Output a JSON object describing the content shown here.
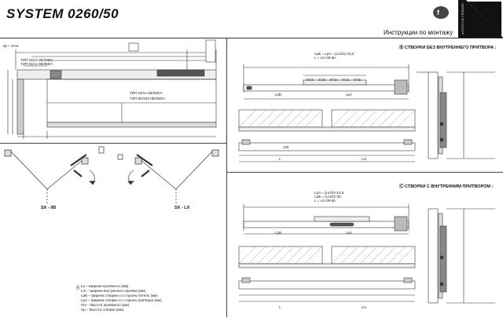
{
  "header": {
    "title": "SYSTEM 0260/50",
    "subtitle": "Инструкции по монтажу",
    "brand_vertical": "AGOSTINO FERRARI"
  },
  "left_panel": {
    "dim_top_left": "8p + 9×11",
    "labels": {
      "type_a": "ТИП 63/14 0B/350/A",
      "type_b": "ТИП 63/14 0B/350/A",
      "part_1": "ТИП 63/14 0B/350/A",
      "part_2": "ТИП 8H/240 0B/350/A"
    },
    "door_left_label": "SX - 0B",
    "door_right_label": "SX - LX",
    "legend": {
      "marker": "Ⓐ",
      "lines": [
        "La – Ширина проёмного (мм)",
        "Lm – Ширина внутреннего проёма (мм)",
        "LpB – Ширина створки со стороны петель (мм)",
        "LpA – Ширина створки со стороны притвора (мм)",
        "Hm – Высота проёмного (мм)",
        "Hp – Высота створки (мм)"
      ]
    }
  },
  "right_top": {
    "heading": "Ⓑ СТВОРКИ БЕЗ ВНУТРЕННЕГО ПРИТВОРА :",
    "formula_1": "LpB = LpA = (Lm/2)+15,5",
    "formula_2": "L = Lm-36-6p",
    "dims": [
      "67,5",
      "47,5",
      "67,5",
      "47,5",
      "47,5"
    ],
    "lpb": "LpB",
    "lpa": "LpA",
    "l": "L",
    "lm": "Lm",
    "d125": "125"
  },
  "right_bottom": {
    "heading": "Ⓒ СТВОРКИ С ВНУТРЕННИМ ПРИТВОРОМ :",
    "formula_1": "LpA = (Lm/2)+15,5",
    "formula_2": "LpB = (Lm/2)+35",
    "formula_3": "L = Lm-36-6p",
    "lpb": "LpB",
    "lpa": "LpA",
    "l": "L",
    "lm": "Lm"
  }
}
